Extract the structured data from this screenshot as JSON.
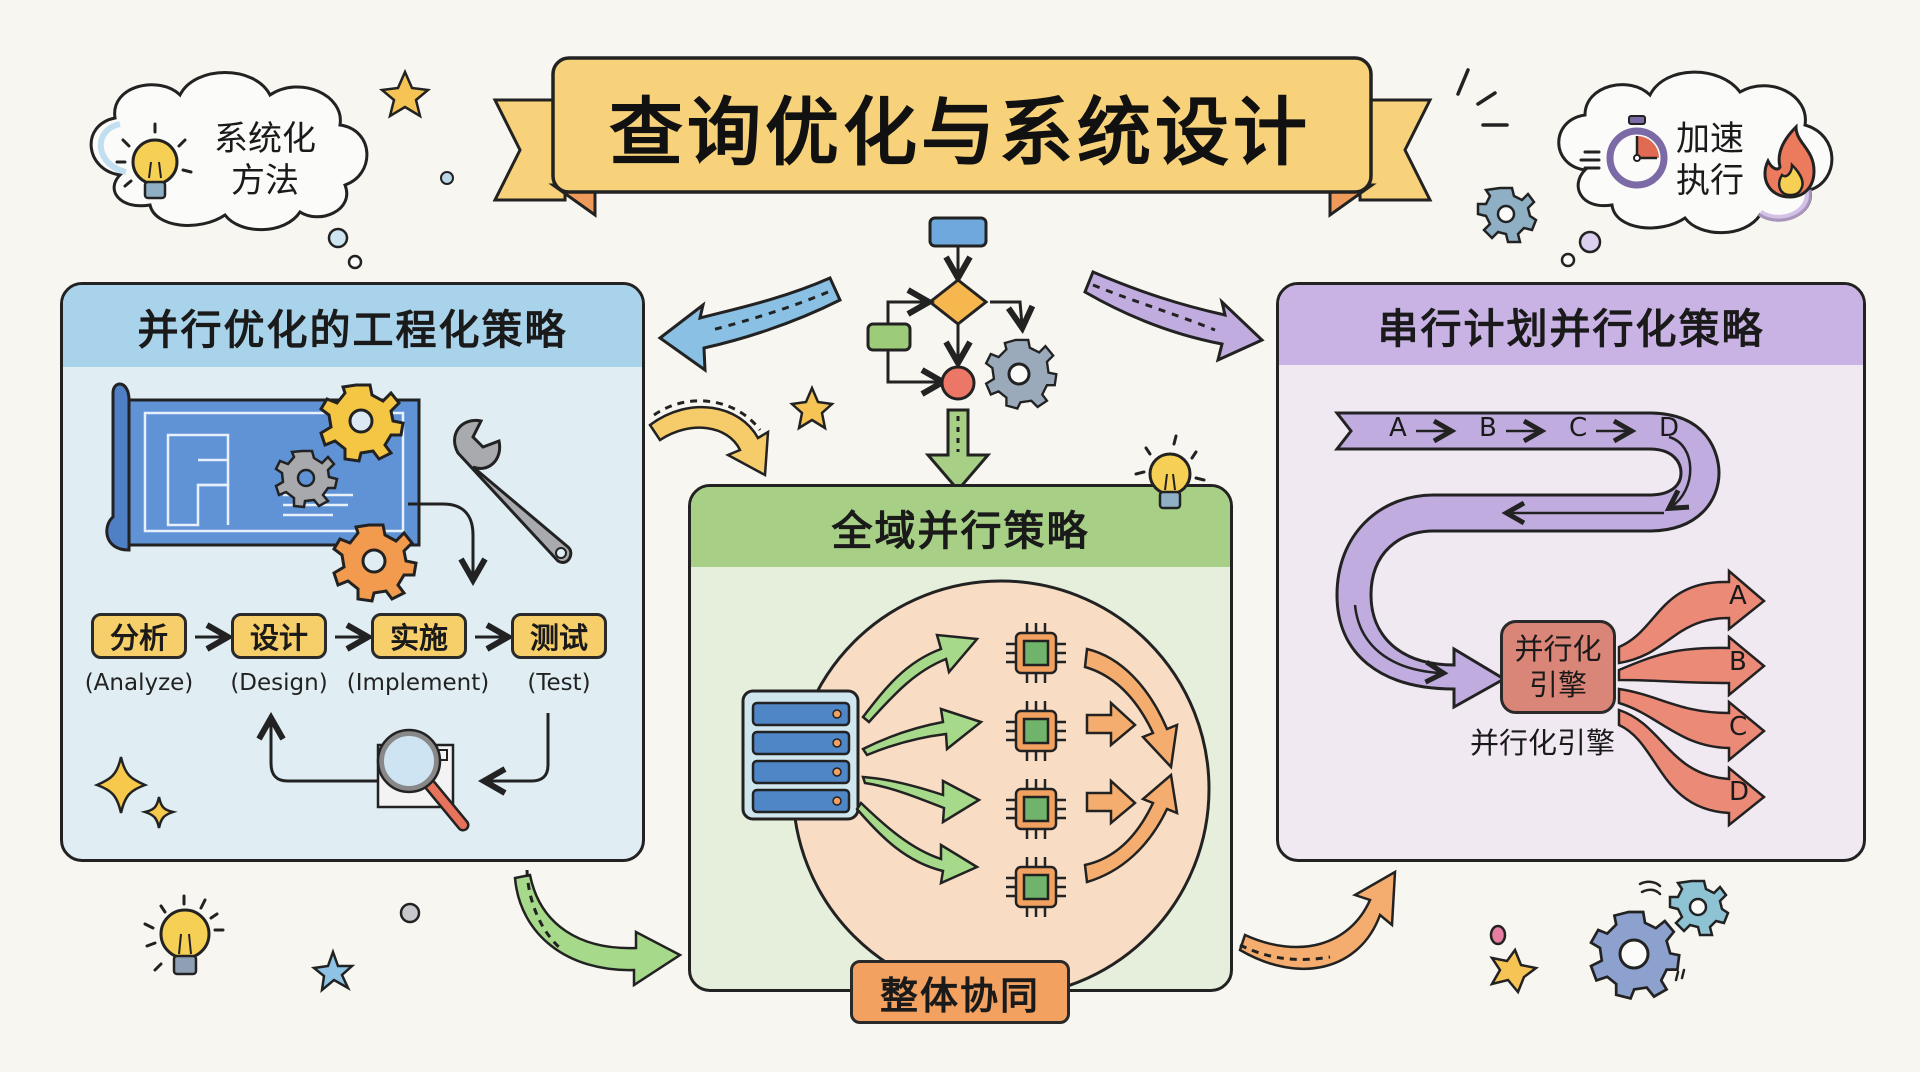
{
  "title": "查询优化与系统设计",
  "clouds": {
    "left": {
      "line1": "系统化",
      "line2": "方法",
      "icon": "lightbulb-icon"
    },
    "right": {
      "line1": "加速",
      "line2": "执行",
      "icon_left": "stopwatch-icon",
      "icon_right": "flame-icon"
    }
  },
  "panels": {
    "left": {
      "title": "并行优化的工程化策略",
      "steps": [
        {
          "label": "分析",
          "english": "(Analyze)"
        },
        {
          "label": "设计",
          "english": "(Design)"
        },
        {
          "label": "实施",
          "english": "(Implement)"
        },
        {
          "label": "测试",
          "english": "(Test)"
        }
      ],
      "feedback": "test-to-design loop"
    },
    "center": {
      "title": "全域并行策略",
      "footer": "整体协同",
      "processor_count": 4
    },
    "right": {
      "title": "串行计划并行化策略",
      "serial_sequence": [
        "A",
        "B",
        "C",
        "D"
      ],
      "engine_box_line1": "并行化",
      "engine_box_line2": "引擎",
      "engine_caption": "并行化引擎",
      "outputs": [
        "A",
        "B",
        "C",
        "D"
      ]
    }
  },
  "colors": {
    "background": "#f8f6f0",
    "banner": "#f7d27a",
    "banner_tail": "#ee9a5a",
    "left_panel_head": "#a9d3ea",
    "left_panel_body": "#e0eef4",
    "center_panel_head": "#a7cf85",
    "center_panel_body": "#e6efdc",
    "right_panel_head": "#c9b3e4",
    "right_panel_body": "#f1e9f1",
    "accent_orange": "#f2a160",
    "accent_red": "#e9786a",
    "accent_purple": "#b9a6e0"
  }
}
